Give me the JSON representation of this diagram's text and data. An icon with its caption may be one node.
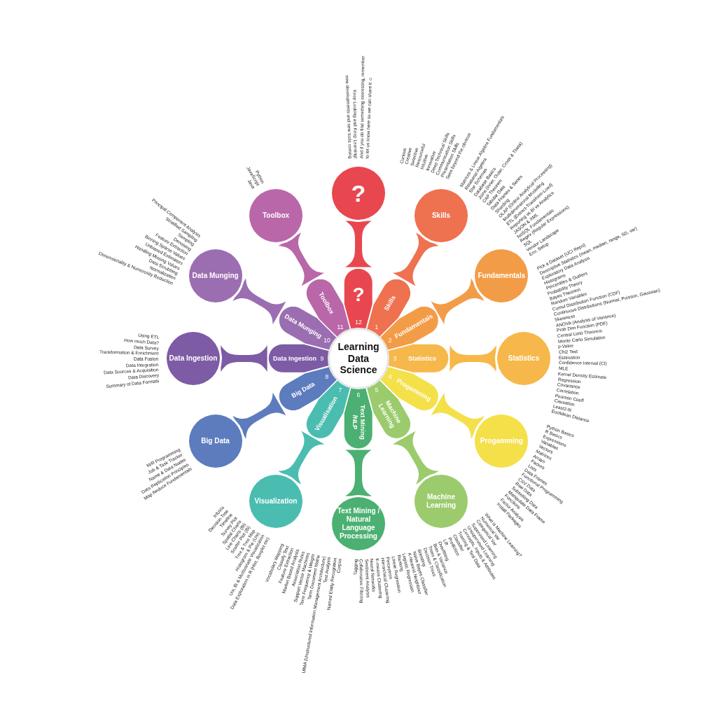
{
  "diagram": {
    "nodes": [
      {
        "text": [
          "Learning Data Science"
        ]
      },
      {
        "text": [
          "?",
          "12"
        ]
      },
      {
        "text": [
          "1",
          "Skills"
        ]
      },
      {
        "text": [
          "2",
          "Fundamentals"
        ]
      },
      {
        "text": [
          "3",
          "Statistics"
        ]
      },
      {
        "text": [
          "4",
          "Progamming"
        ]
      },
      {
        "text": [
          "5",
          "Machine Learning"
        ]
      },
      {
        "text": [
          "6",
          "Text Mining /NLP"
        ]
      },
      {
        "text": [
          "Visualisation",
          "7"
        ]
      },
      {
        "text": [
          "Big Data",
          "8"
        ]
      },
      {
        "text": [
          "Data Ingestion",
          "9"
        ]
      },
      {
        "text": [
          "Data Munging",
          "10"
        ]
      },
      {
        "text": [
          "Toolbox",
          "11"
        ]
      },
      {
        "text": [
          "?"
        ],
        "beside": [
          "new developments and new tools coming",
          "Keep Looking and Keep Learning!",
          "And if you do find something interesting, remember",
          "to let us know here so we can share it ☺"
        ]
      },
      {
        "text": [
          "Skills"
        ],
        "beside": [
          "Curious",
          "Creative",
          "Selective",
          "Resourceful",
          "Intuitive",
          "Innovative",
          "Deep Technical Skills",
          "Communication Skills",
          "Presentation Skills",
          "Sees beyond the obvious"
        ]
      },
      {
        "text": [
          "Fundamentals"
        ],
        "beside": [
          "Matrices & Linear Algebra Fundamentals",
          "Relational Algebra",
          "Star Schemas",
          "Database Basics",
          "Joins (Inner, Outer, Cross & Theta)",
          "CAP Theorem",
          "Tabular Data",
          "Data Frames & Series",
          "Sharding",
          "OLAP (Online Analytical Processing)",
          "Multidimensional Modelling",
          "ETL (Extract-Transform-Load)",
          "Reporting vs BI vs Analytics",
          "JASON & XML",
          "NoSQL Fundamentals",
          "Regex (Regular Expressions)",
          "SQL",
          "Vendor Landscape",
          "Env. Setup"
        ]
      },
      {
        "text": [
          "Statistics"
        ],
        "beside": [
          "Pick a Dataset (UCI Repo)",
          "Descriptive Statistics (mean, median, range, SD, var)",
          "Exploratory Data Analysis",
          "Histograms",
          "Percentiles & Outliers",
          "Probability Theory",
          "Bayes Theorem",
          "Random Variables",
          "Cumul Distribution Function (CDF)",
          "Continuous Distributions (Normal, Poisson, Gaussian)",
          "Skewness",
          "ANOVA (Analysis of Variance)",
          "Prob Den Function (PDF)",
          "Central Limit Theorem",
          "Monte Carlo Simulation",
          "p-Value",
          "Chi2 Test",
          "Estimation",
          "Confidence Interval (CI)",
          "MLE",
          "Kernel Density Estimate",
          "Regression",
          "Covariance",
          "Correlation",
          "Pearson Coeff",
          "Causation",
          "Least2-fit",
          "Euclidean Distance"
        ]
      },
      {
        "text": [
          "Progamming"
        ],
        "beside": [
          "Python Basics",
          "R Basics",
          "Expressions",
          "Variables",
          "Vectors",
          "Matrices",
          "Arrays",
          "Factors",
          "Lists",
          "Data Frames",
          "Functional Programming",
          "CSV Data",
          "Raw Data",
          "Subsetting Data",
          "Manipulate Data Frame",
          "Functions",
          "Factor Analysis",
          "Install Packages"
        ]
      },
      {
        "text": [
          "Machine Learning"
        ],
        "beside": [
          "What is Machine Learning?",
          "Numerical Var",
          "Categorical Var",
          "Supervised Learning",
          "Unsupervised Learning",
          "Concepts, Inputs & Attributes",
          "Training & Test Data",
          "Classifier",
          "Prediction",
          "Lift",
          "Overfitting",
          "Bias & Variance",
          "Trees & Classification",
          "Decision Trees",
          "Boosting",
          "Naive Bayes Classifier",
          "K-Nearest Neighbour",
          "Logistic Regression",
          "Ranking",
          "Linear Regression",
          "Perceptron",
          "Hierarchical Clustering",
          "K-means Clustering",
          "Neural Networks",
          "Sentiment Analysis",
          "Collaborative Filtering",
          "Tagging"
        ]
      },
      {
        "text": [
          "Text Mining / Natural Language Processing"
        ],
        "beside": [
          "Corpus",
          "Named Entity Recognition",
          "Text Analysis",
          "UIMA (Unstructured Information Management Architecture)",
          "Term Document Matrix",
          "Term Frequency & Weight",
          "Support Vector Machines",
          "Association Rules",
          "Market Based Analysis",
          "Feature Extraction",
          "Classify Text",
          "Vocabulary Mapping"
        ]
      },
      {
        "text": [
          "Visualization"
        ],
        "beside": [
          "Data Exploration in R (Hist, Boxplot etc)",
          "Uni, Bi & Multivariate Visualization",
          "Histogram & Pie (Uni)",
          "Tree & Tree Map",
          "Scatter Plot (Bi)",
          "Line Charts (Bi)",
          "Spatial Charts",
          "Survey Plot",
          "Timeline",
          "Decision Tree",
          "InfoVis"
        ]
      },
      {
        "text": [
          "Big Data"
        ],
        "beside": [
          "Map Reduce Fundamentals",
          "Data Replication Principles",
          "Name & Data Nodes",
          "Job & Task Tracker",
          "M/R Programming"
        ]
      },
      {
        "text": [
          "Data Ingestion"
        ],
        "beside": [
          "Summary of Data Formats",
          "Data Discovery",
          "Data Sources & Acquisition",
          "Data Integration",
          "Data Fusion",
          "Transformation & Enrichment",
          "Data Survey",
          "How much Data?",
          "Using ETL"
        ]
      },
      {
        "text": [
          "Data Munging"
        ],
        "beside": [
          "Dimensionality & Numerosity Reduction",
          "Normalization",
          "Data Scrubbing",
          "Handling Missing Values",
          "Unbiased Estimators",
          "Binning Sparse Values",
          "Feature Extraction",
          "Denoising",
          "Sampling",
          "Stratified Sampling",
          "Principal Component Analysis"
        ]
      },
      {
        "text": [
          "Toolbox"
        ],
        "beside": [
          "Java",
          "JavaScript",
          "Python"
        ]
      }
    ],
    "edges": [
      {
        "from": 1,
        "to": 13,
        "arrow": "none",
        "color": "#e8474f"
      },
      {
        "from": 2,
        "to": 14,
        "arrow": "none",
        "color": "#ee7150"
      },
      {
        "from": 3,
        "to": 15,
        "arrow": "none",
        "color": "#f39c47"
      },
      {
        "from": 4,
        "to": 16,
        "arrow": "none",
        "color": "#f6b84a"
      },
      {
        "from": 5,
        "to": 17,
        "arrow": "none",
        "color": "#f4e049"
      },
      {
        "from": 6,
        "to": 18,
        "arrow": "none",
        "color": "#9bcb6c"
      },
      {
        "from": 7,
        "to": 19,
        "arrow": "none",
        "color": "#4bb071"
      },
      {
        "from": 8,
        "to": 20,
        "arrow": "none",
        "color": "#4bbdb0"
      },
      {
        "from": 9,
        "to": 21,
        "arrow": "none",
        "color": "#5d7cbd"
      },
      {
        "from": 10,
        "to": 22,
        "arrow": "none",
        "color": "#7d5ba5"
      },
      {
        "from": 11,
        "to": 23,
        "arrow": "none",
        "color": "#9b6eb1"
      },
      {
        "from": 12,
        "to": 24,
        "arrow": "none",
        "color": "#b967a9"
      }
    ]
  }
}
